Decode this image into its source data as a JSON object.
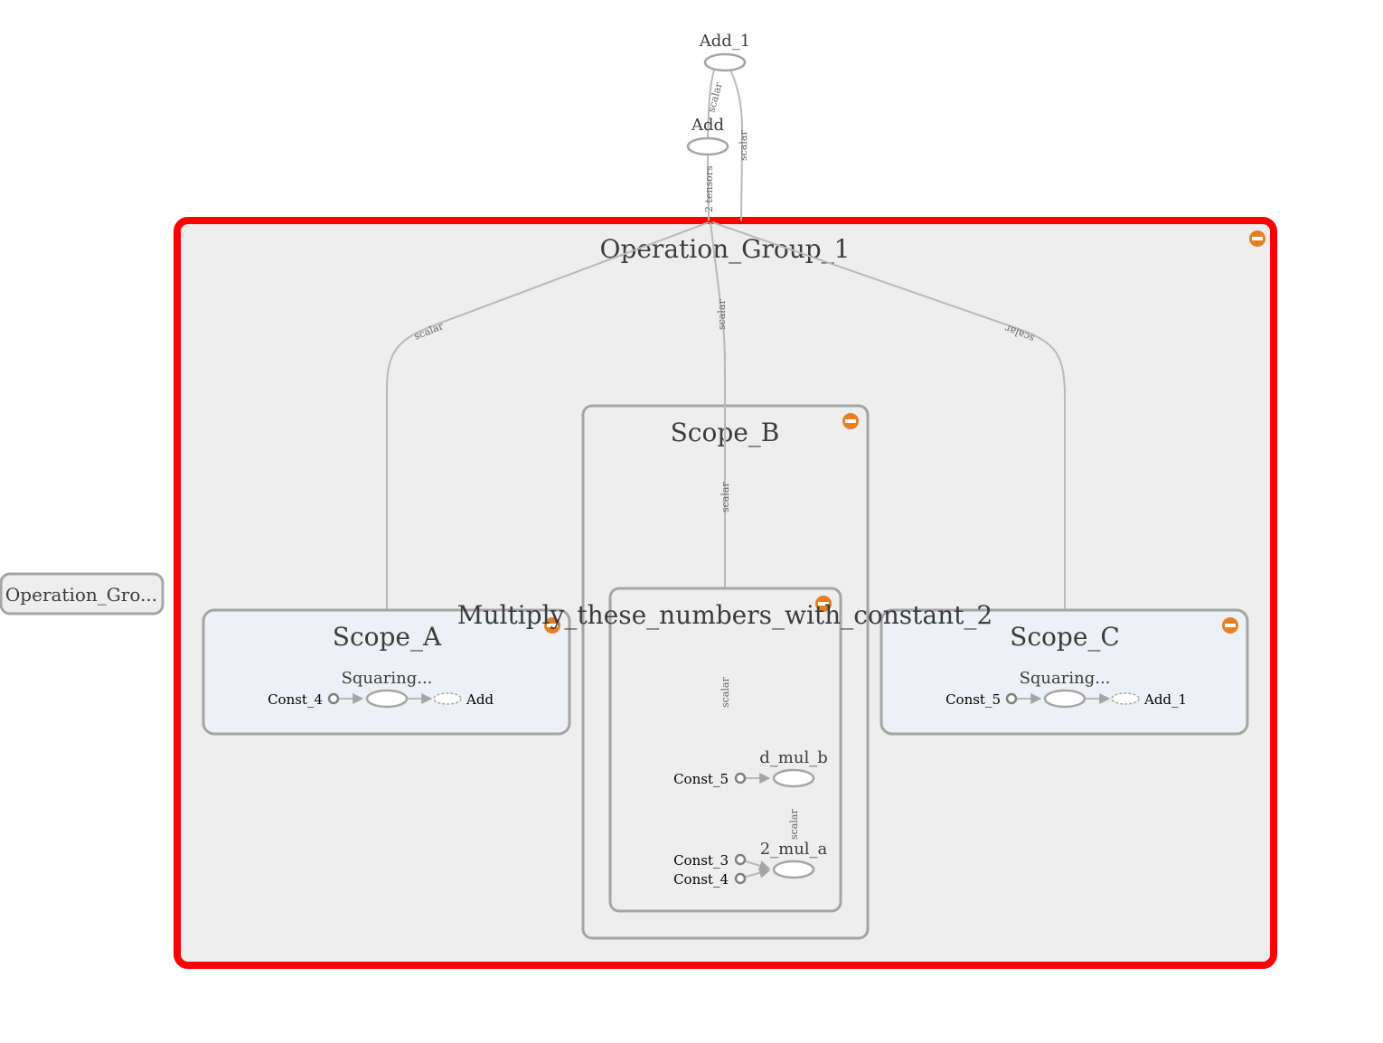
{
  "graph": {
    "top_nodes": {
      "add_1": "Add_1",
      "add": "Add"
    },
    "collapsed_group_label": "Operation_Gro...",
    "main_group": {
      "label": "Operation_Group_1"
    },
    "scope_a": {
      "label": "Scope_A",
      "series_label": "Squaring...",
      "const_label": "Const_4",
      "output_label": "Add"
    },
    "scope_b": {
      "label": "Scope_B"
    },
    "multiply_group": {
      "label": "Multiply_these_numbers_with_constant_2"
    },
    "scope_c": {
      "label": "Scope_C",
      "series_label": "Squaring...",
      "const_label": "Const_5",
      "output_label": "Add_1"
    },
    "d_mul_b": {
      "label": "d_mul_b",
      "const_label": "Const_5"
    },
    "mul_2_a": {
      "label": "2_mul_a",
      "const_3": "Const_3",
      "const_4": "Const_4"
    },
    "edge_labels": {
      "add_add1": "scalar",
      "group_add1": "scalar",
      "group_add": "2 tensors",
      "to_scope_a": "scalar",
      "to_scope_b": "scalar",
      "to_scope_c": "scalar",
      "scope_b_inner": "scalar",
      "multiply_inner": "scalar",
      "mul_to_d": "scalar"
    }
  },
  "colors": {
    "selection_border": "#ff0000",
    "expand_badge": "#e57f22",
    "group_fill": "#eeeeee",
    "scope_fill": "#edf0f5"
  },
  "icons": {
    "expand_collapse": "minus-circle-icon"
  }
}
